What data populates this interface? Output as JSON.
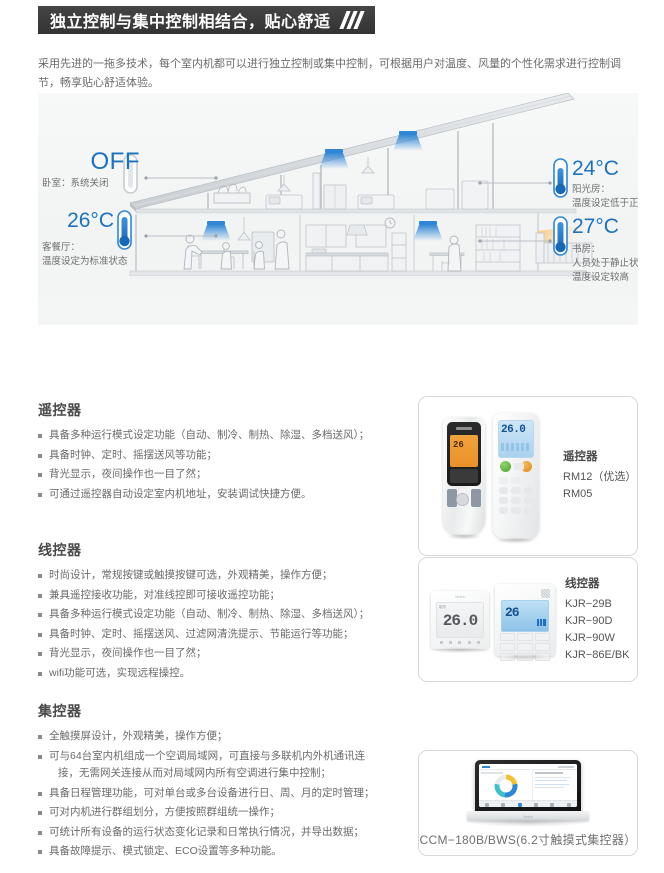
{
  "header": {
    "title": "独立控制与集中控制相结合，贴心舒适",
    "slash_count": 3,
    "bar_color": "#3b3b3b"
  },
  "intro": {
    "text": "采用先进的一拖多技术，每个室内机都可以进行独立控制或集中控制，可根据用户对温度、风量的个性化需求进行控制调节，畅享贴心舒适体验。"
  },
  "illustration": {
    "accent_color": "#1b72bf",
    "background_color": "#f4f6f6",
    "callouts": [
      {
        "value": "OFF",
        "room_line1": "卧室：系统关闭",
        "room_line2": "",
        "side": "left",
        "state": "off"
      },
      {
        "value": "26°C",
        "room_line1": "客餐厅：",
        "room_line2": "温度设定为标准状态",
        "side": "left",
        "state": "on"
      },
      {
        "value": "24°C",
        "room_line1": "阳光房：",
        "room_line2": "温度设定低于正常值",
        "side": "right",
        "state": "on"
      },
      {
        "value": "27°C",
        "room_line1": "书房：",
        "room_line2": "人员处于静止状态，",
        "room_line3": "温度设定较高",
        "side": "right",
        "state": "on"
      }
    ]
  },
  "sections": [
    {
      "id": "remote-controller",
      "title": "遥控器",
      "bullets": [
        {
          "text": "具备多种运行模式设定功能（自动、制冷、制热、除湿、多档送风）；",
          "continuation": false
        },
        {
          "text": "具备时钟、定时、摇摆送风等功能；",
          "continuation": false
        },
        {
          "text": "背光显示，夜间操作也一目了然；",
          "continuation": false
        },
        {
          "text": "可通过遥控器自动设定室内机地址，安装调试快捷方便。",
          "continuation": false
        }
      ],
      "card": {
        "label_title": "遥控器",
        "label_lines": [
          "RM12（优选）",
          "RM05"
        ],
        "caption": ""
      }
    },
    {
      "id": "wired-controller",
      "title": "线控器",
      "bullets": [
        {
          "text": "时尚设计，常规按键或触摸按键可选，外观精美，操作方便；",
          "continuation": false
        },
        {
          "text": "兼具遥控接收功能，对准线控即可接收遥控功能；",
          "continuation": false
        },
        {
          "text": "具备多种运行模式设定功能（自动、制冷、制热、除湿、多档送风）；",
          "continuation": false
        },
        {
          "text": "具备时钟、定时、摇摆送风、过滤网清洗提示、节能运行等功能；",
          "continuation": false
        },
        {
          "text": "背光显示，夜间操作也一目了然；",
          "continuation": false
        },
        {
          "text": "wifi功能可选，实现远程操控。",
          "continuation": false
        }
      ],
      "card": {
        "label_title": "线控器",
        "label_lines": [
          "KJR−29B",
          "KJR−90D",
          "KJR−90W",
          "KJR−86E/BK"
        ],
        "caption": ""
      }
    },
    {
      "id": "central-controller",
      "title": "集控器",
      "bullets": [
        {
          "text": "全触摸屏设计，外观精美，操作方便；",
          "continuation": false
        },
        {
          "text": "可与64台室内机组成一个空调局域网，可直接与多联机内外机通讯连",
          "continuation": false
        },
        {
          "text": "接，无需网关连接从而对局域网内所有空调进行集中控制；",
          "continuation": true
        },
        {
          "text": "具备日程管理功能，可对单台或多台设备进行日、周、月的定时管理；",
          "continuation": false
        },
        {
          "text": "可对内机进行群组划分，方便按照群组统一操作；",
          "continuation": false
        },
        {
          "text": "可统计所有设备的运行状态变化记录和日常执行情况，并导出数据；",
          "continuation": false
        },
        {
          "text": "具备故障提示、模式锁定、ECO设置等多种功能。",
          "continuation": false
        }
      ],
      "card": {
        "label_title": "",
        "label_lines": [],
        "caption": "CCM−180B/BWS(6.2寸触摸式集控器）"
      }
    }
  ],
  "device_displays": {
    "remote_rm12_temp": "26",
    "remote_rm05_temp": "26.0",
    "wired_kjr_temp_a": "26.0",
    "wired_kjr_temp_b": "26"
  }
}
